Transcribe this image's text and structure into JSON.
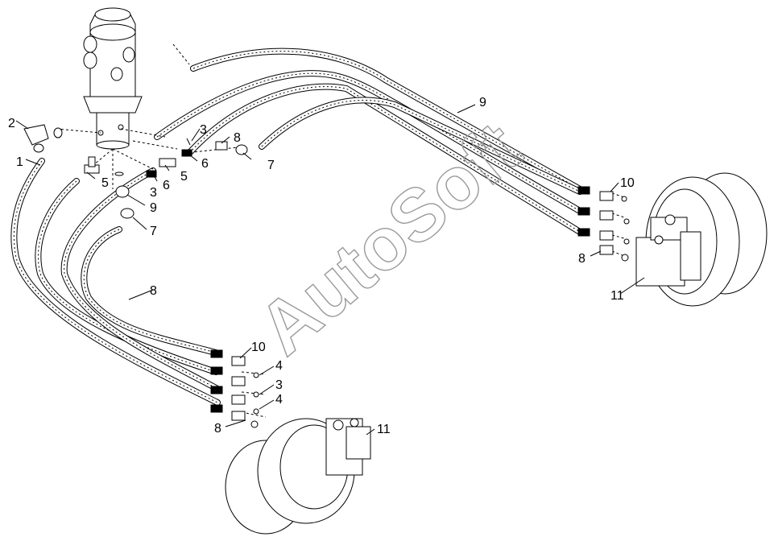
{
  "watermark": "AutoSoft",
  "callouts": {
    "c1": "1",
    "c2": "2",
    "c3a": "3",
    "c3b": "3",
    "c3c": "3",
    "c4a": "4",
    "c4b": "4",
    "c5a": "5",
    "c5b": "5",
    "c6a": "6",
    "c6b": "6",
    "c7a": "7",
    "c7b": "7",
    "c8a": "8",
    "c8b": "8",
    "c8c": "8",
    "c8d": "8",
    "c9a": "9",
    "c9b": "9",
    "c10a": "10",
    "c10b": "10",
    "c11a": "11",
    "c11b": "11"
  }
}
